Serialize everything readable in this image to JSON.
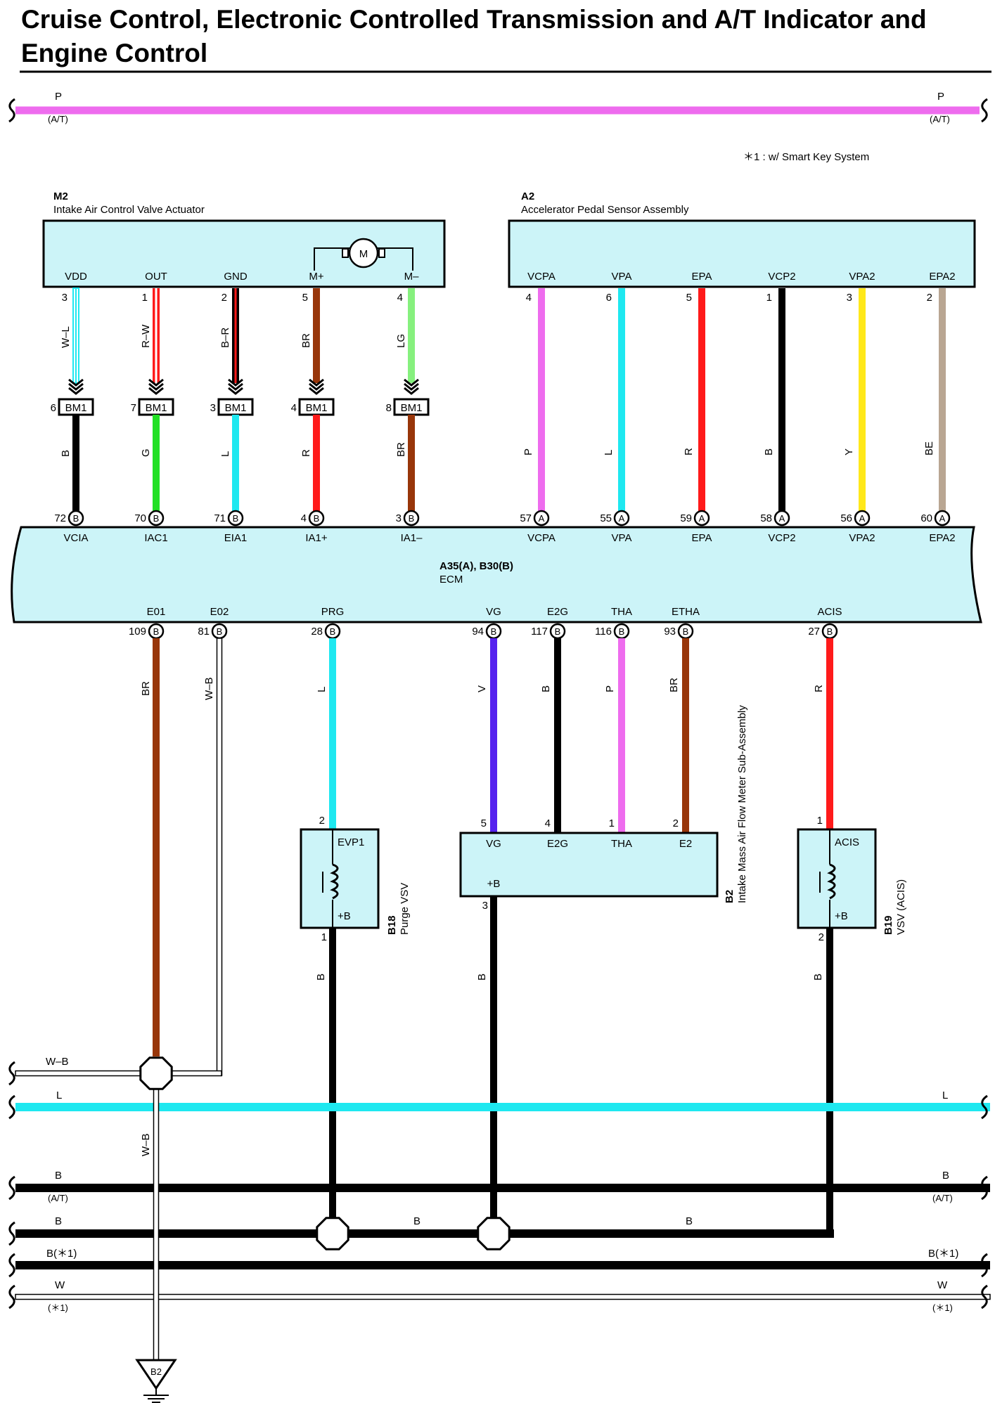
{
  "title": "Cruise Control, Electronic Controlled Transmission and A/T Indicator and Engine Control",
  "note": "＊1 : w/ Smart Key System",
  "colors": {
    "P": "#ee6cee",
    "L": "#1ee8f0",
    "R": "#ff1a1a",
    "B": "#000000",
    "Y": "#ffe81a",
    "BE": "#b9a692",
    "G": "#22e024",
    "BR": "#98360a",
    "LG": "#86f07e",
    "V": "#5522ee",
    "W": "#ffffff",
    "box": "#ccf4f8"
  },
  "top_bus": {
    "color_code": "P",
    "left_label": "P",
    "left_sub": "(A/T)",
    "right_label": "P",
    "right_sub": "(A/T)"
  },
  "components": {
    "m2": {
      "code": "M2",
      "name": "Intake Air Control Valve Actuator",
      "motor": "M"
    },
    "a2": {
      "code": "A2",
      "name": "Accelerator Pedal Sensor Assembly"
    },
    "ecm": {
      "code": "A35(A), B30(B)",
      "name": "ECM"
    },
    "b18": {
      "code": "B18",
      "name": "Purge VSV",
      "term_top": "EVP1",
      "term_bottom": "+B"
    },
    "b2": {
      "code": "B2",
      "name": "Intake Mass Air Flow Meter Sub-Assembly",
      "plus_b": "+B"
    },
    "b19": {
      "code": "B19",
      "name": "VSV (ACIS)",
      "term_top": "ACIS",
      "term_bottom": "+B"
    },
    "ground": {
      "code": "B2"
    }
  },
  "m2_wires": [
    {
      "term": "VDD",
      "pin": "3",
      "wire": "W–L",
      "conn": "BM1",
      "conn_pin": "6",
      "lower": "B",
      "ecm_pin": "72",
      "ecm_conn": "B",
      "ecm_term": "VCIA"
    },
    {
      "term": "OUT",
      "pin": "1",
      "wire": "R–W",
      "conn": "BM1",
      "conn_pin": "7",
      "lower": "G",
      "ecm_pin": "70",
      "ecm_conn": "B",
      "ecm_term": "IAC1"
    },
    {
      "term": "GND",
      "pin": "2",
      "wire": "B–R",
      "conn": "BM1",
      "conn_pin": "3",
      "lower": "L",
      "ecm_pin": "71",
      "ecm_conn": "B",
      "ecm_term": "EIA1"
    },
    {
      "term": "M+",
      "pin": "5",
      "wire": "BR",
      "conn": "BM1",
      "conn_pin": "4",
      "lower": "R",
      "ecm_pin": "4",
      "ecm_conn": "B",
      "ecm_term": "IA1+"
    },
    {
      "term": "M–",
      "pin": "4",
      "wire": "LG",
      "conn": "BM1",
      "conn_pin": "8",
      "lower": "BR",
      "ecm_pin": "3",
      "ecm_conn": "B",
      "ecm_term": "IA1–"
    }
  ],
  "a2_wires": [
    {
      "term": "VCPA",
      "pin": "4",
      "wire": "P",
      "ecm_pin": "57",
      "ecm_conn": "A",
      "ecm_term": "VCPA"
    },
    {
      "term": "VPA",
      "pin": "6",
      "wire": "L",
      "ecm_pin": "55",
      "ecm_conn": "A",
      "ecm_term": "VPA"
    },
    {
      "term": "EPA",
      "pin": "5",
      "wire": "R",
      "ecm_pin": "59",
      "ecm_conn": "A",
      "ecm_term": "EPA"
    },
    {
      "term": "VCP2",
      "pin": "1",
      "wire": "B",
      "ecm_pin": "58",
      "ecm_conn": "A",
      "ecm_term": "VCP2"
    },
    {
      "term": "VPA2",
      "pin": "3",
      "wire": "Y",
      "ecm_pin": "56",
      "ecm_conn": "A",
      "ecm_term": "VPA2"
    },
    {
      "term": "EPA2",
      "pin": "2",
      "wire": "BE",
      "ecm_pin": "60",
      "ecm_conn": "A",
      "ecm_term": "EPA2"
    }
  ],
  "ecm_bottom": [
    {
      "term": "E01",
      "pin": "109",
      "conn": "B",
      "wire": "BR"
    },
    {
      "term": "E02",
      "pin": "81",
      "conn": "B",
      "wire": "W–B"
    },
    {
      "term": "PRG",
      "pin": "28",
      "conn": "B",
      "wire": "L",
      "dest_pin": "2"
    },
    {
      "term": "VG",
      "pin": "94",
      "conn": "B",
      "wire": "V",
      "dest_pin": "5",
      "dest_term": "VG"
    },
    {
      "term": "E2G",
      "pin": "117",
      "conn": "B",
      "wire": "B",
      "dest_pin": "4",
      "dest_term": "E2G"
    },
    {
      "term": "THA",
      "pin": "116",
      "conn": "B",
      "wire": "P",
      "dest_pin": "1",
      "dest_term": "THA"
    },
    {
      "term": "ETHA",
      "pin": "93",
      "conn": "B",
      "wire": "BR",
      "dest_pin": "2",
      "dest_term": "E2"
    },
    {
      "term": "ACIS",
      "pin": "27",
      "conn": "B",
      "wire": "R",
      "dest_pin": "1"
    }
  ],
  "b_feeds": [
    {
      "from": "B18",
      "pin": "1",
      "wire": "B"
    },
    {
      "from": "B2",
      "pin": "3",
      "wire": "B"
    },
    {
      "from": "B19",
      "pin": "2",
      "wire": "B"
    }
  ],
  "buses": {
    "wb": {
      "left": "W–B",
      "down": "W–B"
    },
    "l": {
      "left": "L",
      "right": "L"
    },
    "b_at": {
      "left": "B",
      "left_sub": "(A/T)",
      "right": "B",
      "right_sub": "(A/T)"
    },
    "b_main": {
      "left": "B",
      "mid1": "B",
      "mid2": "B"
    },
    "b_star": {
      "left": "B(＊1)",
      "right": "B(＊1)"
    },
    "w_star": {
      "left": "W",
      "left_sub": "(＊1)",
      "right": "W",
      "right_sub": "(＊1)"
    }
  }
}
